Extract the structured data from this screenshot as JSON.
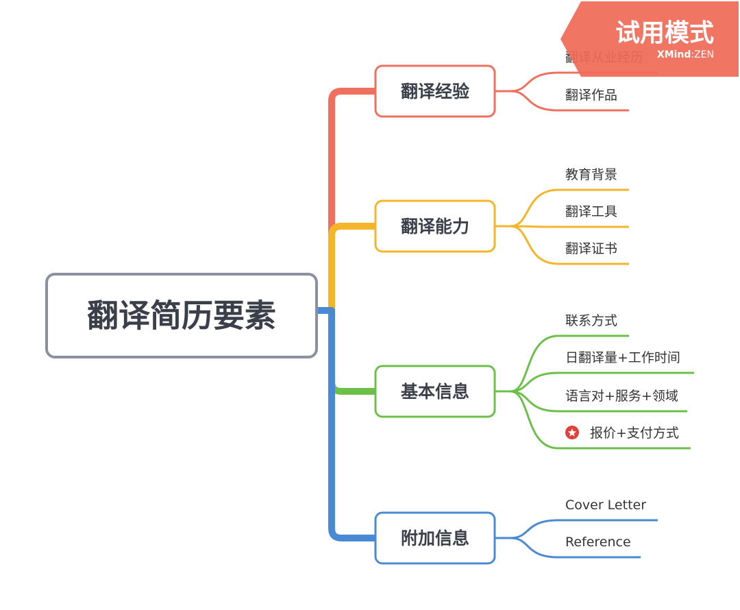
{
  "root": {
    "label": "翻译简历要素",
    "border_color": "#8a90a0"
  },
  "branches": [
    {
      "label": "翻译经验",
      "color": "#f0705f",
      "leaves": [
        {
          "label": "翻译从业经历"
        },
        {
          "label": "翻译作品"
        }
      ]
    },
    {
      "label": "翻译能力",
      "color": "#f5b52a",
      "leaves": [
        {
          "label": "教育背景"
        },
        {
          "label": "翻译工具"
        },
        {
          "label": "翻译证书"
        }
      ]
    },
    {
      "label": "基本信息",
      "color": "#6cc04a",
      "leaves": [
        {
          "label": "联系方式"
        },
        {
          "label": "日翻译量+工作时间"
        },
        {
          "label": "语言对+服务+领域"
        },
        {
          "label": "报价+支付方式",
          "marker": "star-icon"
        }
      ]
    },
    {
      "label": "附加信息",
      "color": "#4a8ad4",
      "leaves": [
        {
          "label": "Cover Letter"
        },
        {
          "label": "Reference"
        }
      ]
    }
  ],
  "watermark": {
    "title": "试用模式",
    "brand": "XMind",
    "brand_suffix": "ZEN",
    "color": "#f06b57"
  }
}
